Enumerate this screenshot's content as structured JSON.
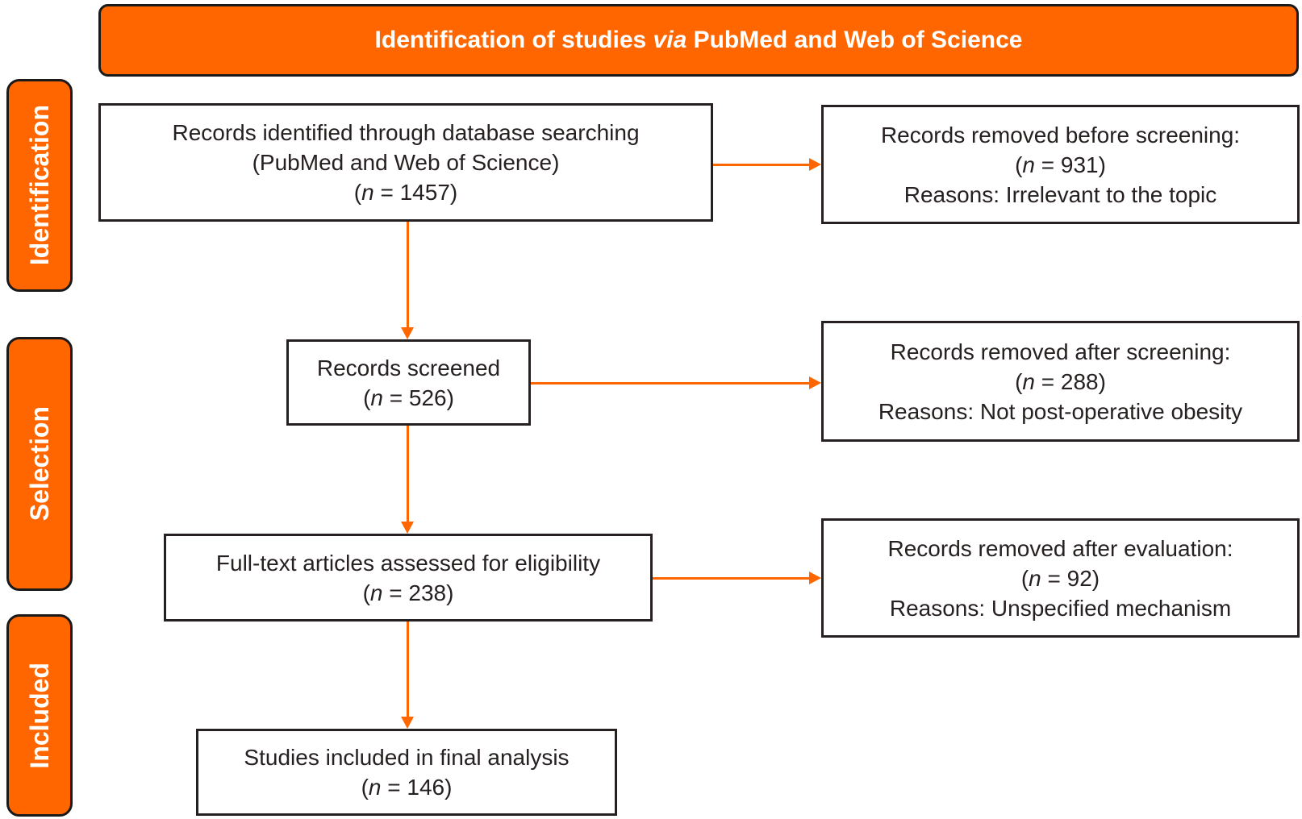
{
  "colors": {
    "accent_orange": "#FF6600",
    "banner_text": "#FFFFFF",
    "box_border": "#262020",
    "text_dark": "#262020",
    "line_black": "#1A1A1A"
  },
  "banner": {
    "prefix": "Identification of studies ",
    "italic": "via",
    "suffix": " PubMed and Web of Science"
  },
  "stages": [
    {
      "label": "Identification"
    },
    {
      "label": "Selection"
    },
    {
      "label": "Included"
    }
  ],
  "flow": {
    "identified": {
      "line1": "Records identified through database searching",
      "line2": "(PubMed and Web of Science)",
      "n_pre": "(",
      "n_it": "n",
      "n_post": " = 1457)"
    },
    "removed_before_screening": {
      "line1": "Records removed before screening:",
      "n_pre": "(",
      "n_it": "n",
      "n_post": " = 931)",
      "reason": "Reasons: Irrelevant to the topic"
    },
    "screened": {
      "line1": "Records screened",
      "n_pre": "(",
      "n_it": "n",
      "n_post": " = 526)"
    },
    "removed_after_screening": {
      "line1": "Records removed after screening:",
      "n_pre": "(",
      "n_it": "n",
      "n_post": " = 288)",
      "reason": "Reasons: Not post-operative obesity"
    },
    "fulltext_assessed": {
      "line1": "Full-text articles assessed for eligibility",
      "n_pre": "(",
      "n_it": "n",
      "n_post": " = 238)"
    },
    "removed_after_evaluation": {
      "line1": "Records removed after evaluation:",
      "n_pre": "(",
      "n_it": "n",
      "n_post": " = 92)",
      "reason": "Reasons: Unspecified mechanism"
    },
    "included_final": {
      "line1": "Studies included in final analysis",
      "n_pre": "(",
      "n_it": "n",
      "n_post": " = 146)"
    }
  }
}
